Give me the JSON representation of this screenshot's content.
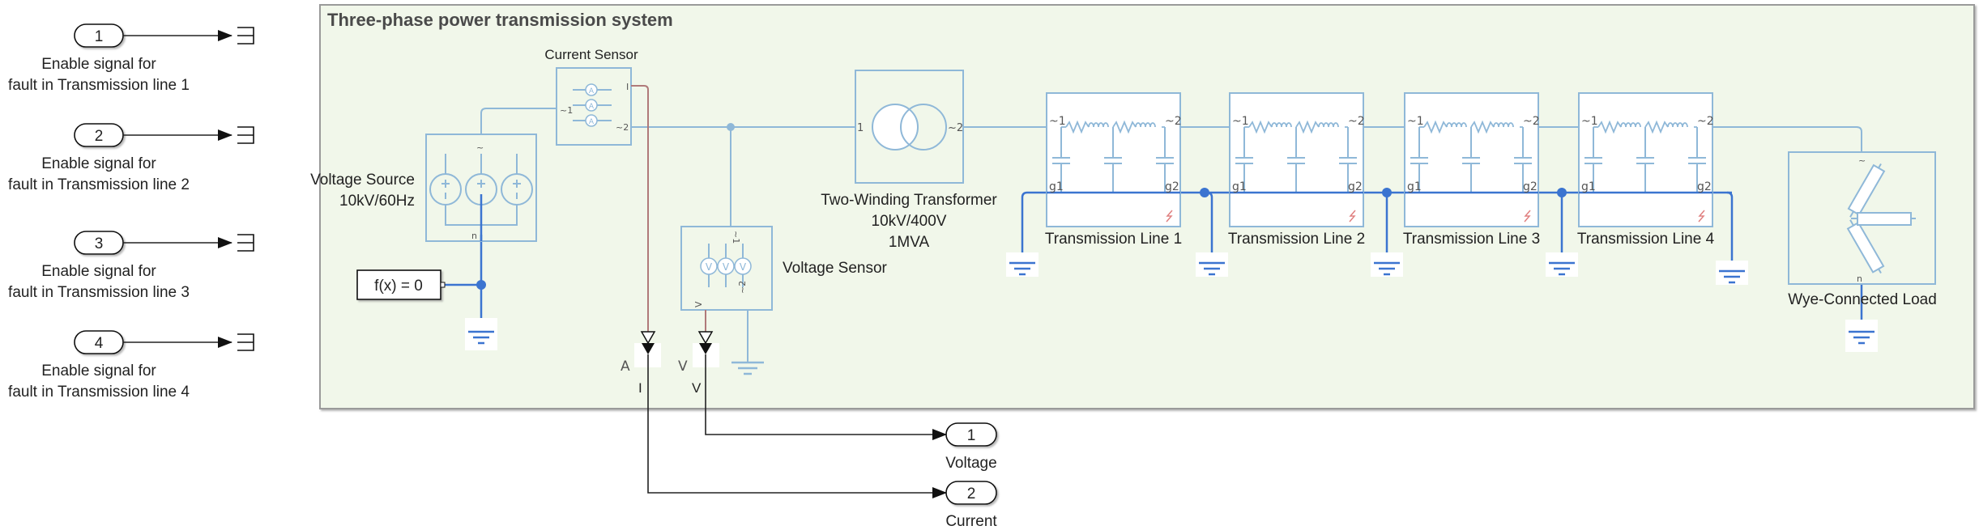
{
  "area": {
    "title": "Three-phase power transmission system",
    "background": "#f1f7ea"
  },
  "inports": [
    {
      "number": "1",
      "label_line1": "Enable signal for",
      "label_line2": "fault in Transmission line 1"
    },
    {
      "number": "2",
      "label_line1": "Enable signal for",
      "label_line2": "fault in Transmission line 2"
    },
    {
      "number": "3",
      "label_line1": "Enable signal for",
      "label_line2": "fault in Transmission line 3"
    },
    {
      "number": "4",
      "label_line1": "Enable signal for",
      "label_line2": "fault in Transmission line 4"
    }
  ],
  "outports": [
    {
      "number": "1",
      "label": "Voltage"
    },
    {
      "number": "2",
      "label": "Current"
    }
  ],
  "blocks": {
    "voltage_source": {
      "name": "Voltage Source",
      "param": "10kV/60Hz",
      "port_top": "~",
      "port_bottom": "n"
    },
    "solver": {
      "text": "f(x) = 0"
    },
    "current_sensor": {
      "name": "Current Sensor",
      "port_in": "~1",
      "port_out": "~2",
      "port_signal": "I",
      "meter_glyph": "A"
    },
    "voltage_sensor": {
      "name": "Voltage Sensor",
      "port_in": "~1",
      "port_out": "~2",
      "port_signal": "V",
      "meter_glyph": "V"
    },
    "transformer": {
      "name": "Two-Winding Transformer",
      "param1": "10kV/400V",
      "param2": "1MVA",
      "port_in": "1",
      "port_out": "~2"
    },
    "transmission_lines": [
      {
        "name": "Transmission Line 1"
      },
      {
        "name": "Transmission Line 2"
      },
      {
        "name": "Transmission Line 3"
      },
      {
        "name": "Transmission Line 4"
      }
    ],
    "tl_ports": {
      "in": "~1",
      "out": "~2",
      "g1": "g1",
      "g2": "g2"
    },
    "load": {
      "name": "Wye-Connected Load",
      "port_top": "~",
      "port_bottom": "n"
    },
    "ps_converters": [
      {
        "unit": "A",
        "signal": "I"
      },
      {
        "unit": "V",
        "signal": "V"
      }
    ]
  },
  "colors": {
    "physical_line": "#8fb8d8",
    "ground_line": "#3b74d0",
    "signal_line": "#222222",
    "ps_line": "#b07a7a",
    "fault_icon": "#e08080"
  }
}
